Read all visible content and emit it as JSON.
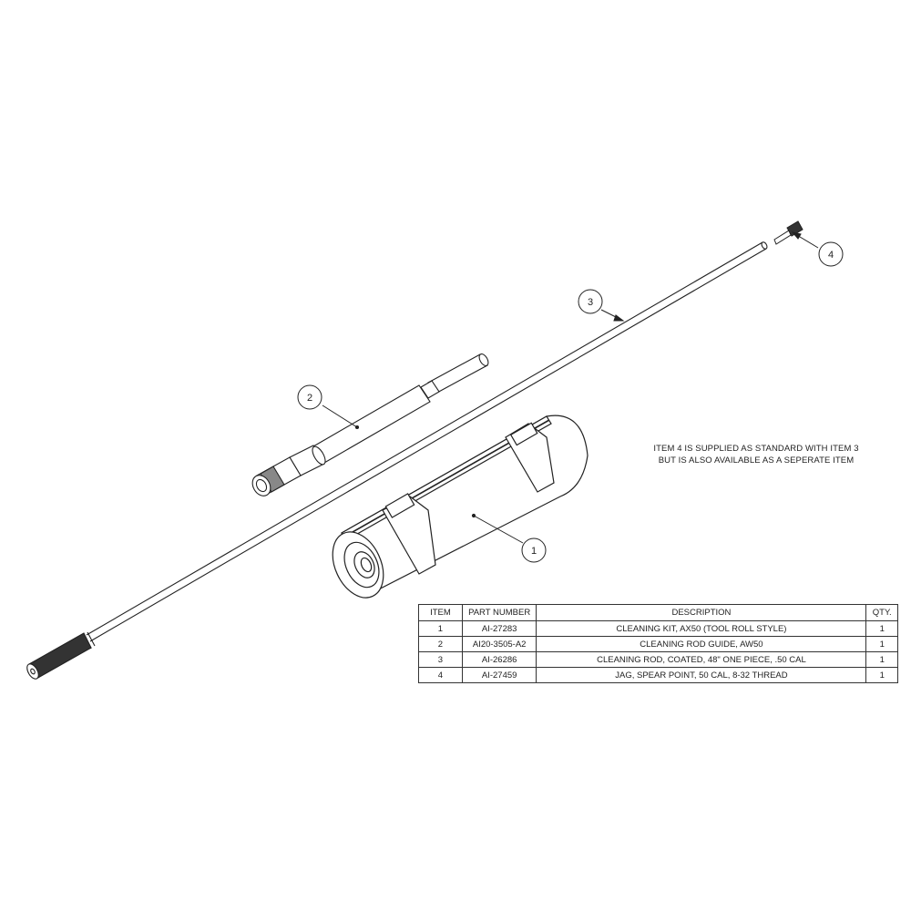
{
  "note": {
    "line1": "ITEM 4 IS SUPPLIED AS STANDARD WITH ITEM 3",
    "line2": "BUT IS ALSO AVAILABLE AS A SEPERATE ITEM"
  },
  "balloons": [
    {
      "id": "1",
      "label": "1"
    },
    {
      "id": "2",
      "label": "2"
    },
    {
      "id": "3",
      "label": "3"
    },
    {
      "id": "4",
      "label": "4"
    }
  ],
  "bom": {
    "headers": {
      "item": "ITEM",
      "part_number": "PART NUMBER",
      "description": "DESCRIPTION",
      "qty": "QTY."
    },
    "rows": [
      {
        "item": "1",
        "part_number": "AI-27283",
        "description": "CLEANING KIT, AX50 (TOOL ROLL STYLE)",
        "qty": "1"
      },
      {
        "item": "2",
        "part_number": "AI20-3505-A2",
        "description": "CLEANING ROD GUIDE, AW50",
        "qty": "1"
      },
      {
        "item": "3",
        "part_number": "AI-26286",
        "description": "CLEANING ROD, COATED, 48\" ONE PIECE, .50 CAL",
        "qty": "1"
      },
      {
        "item": "4",
        "part_number": "AI-27459",
        "description": "JAG, SPEAR POINT, 50 CAL, 8-32 THREAD",
        "qty": "1"
      }
    ]
  }
}
